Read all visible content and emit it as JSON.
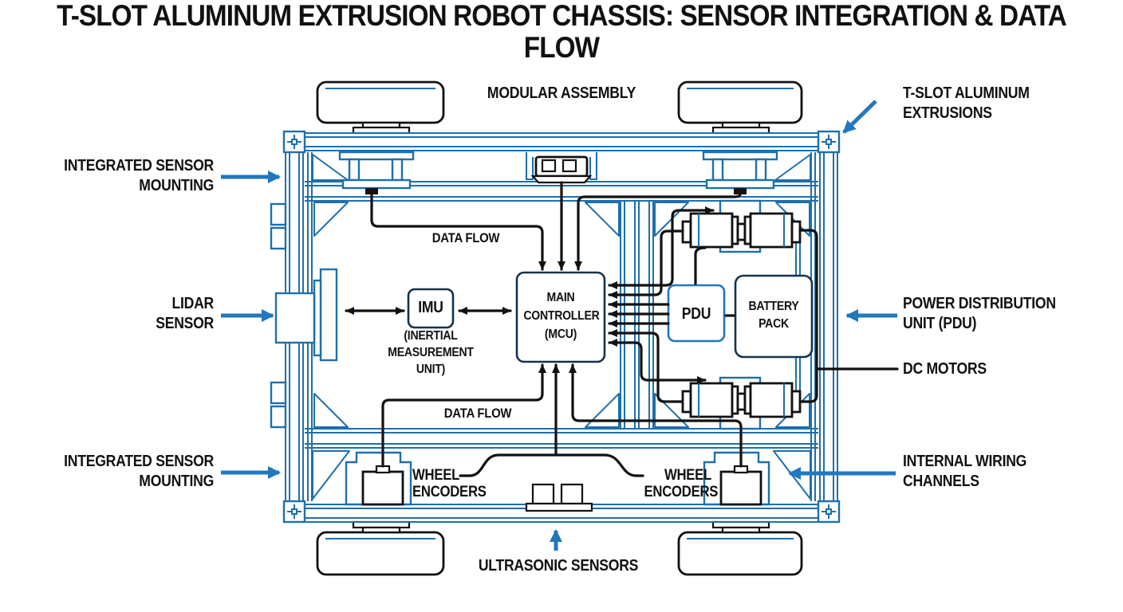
{
  "title": "T-SLOT ALUMINUM EXTRUSION ROBOT CHASSIS: SENSOR INTEGRATION & DATA FLOW",
  "colors": {
    "frame_blue": "#1e6fad",
    "arrow_blue": "#2277bd",
    "wire_black": "#111111",
    "box_dark": "#16324a",
    "text": "#111111"
  },
  "labels": {
    "modular_assembly": "MODULAR ASSEMBLY",
    "integrated_sensor_mounting_top": "INTEGRATED SENSOR\nMOUNTING",
    "lidar_sensor": "LIDAR\nSENSOR",
    "integrated_sensor_mounting_bottom": "INTEGRATED SENSOR\nMOUNTING",
    "tslot_extrusions": "T-SLOT ALUMINUM\nEXTRUSIONS",
    "power_distribution_unit": "POWER DISTRIBUTION\nUNIT (PDU)",
    "dc_motors": "DC MOTORS",
    "internal_wiring_channels": "INTERNAL WIRING\nCHANNELS",
    "wheel_encoders_left": "WHEEL\nENCODERS",
    "wheel_encoders_right": "WHEEL\nENCODERS",
    "ultrasonic_sensors": "ULTRASONIC SENSORS",
    "data_flow_top": "DATA FLOW",
    "data_flow_bottom": "DATA FLOW"
  },
  "components": {
    "imu": {
      "label": "IMU",
      "caption": "(INERTIAL\nMEASUREMENT\nUNIT)"
    },
    "mcu": {
      "label": "MAIN\nCONTROLLER\n(MCU)"
    },
    "pdu": {
      "label": "PDU"
    },
    "battery": {
      "label": "BATTERY\nPACK"
    }
  }
}
